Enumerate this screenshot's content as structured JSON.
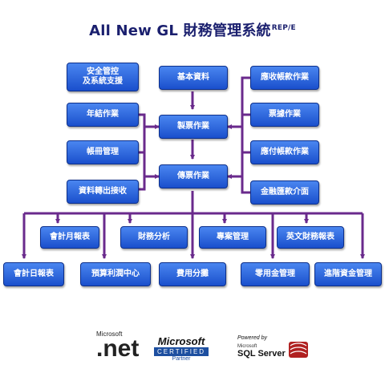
{
  "title": {
    "main": "All New GL 財務管理系統",
    "sup": "REP/E"
  },
  "colors": {
    "box": "#2a5fdc",
    "line": "#6a2a8c",
    "title": "#1a1f6e"
  },
  "nodes": {
    "security": "安全管控\n及系統支援",
    "basic_data": "基本資料",
    "receivables": "應收帳款作業",
    "year_end": "年結作業",
    "voucher_make": "製票作業",
    "notes": "票據作業",
    "ledger": "帳冊管理",
    "payables": "應付帳款作業",
    "voucher_post": "傳票作業",
    "data_transfer": "資料轉出接收",
    "bank_transfer": "金融匯款介面",
    "monthly_report": "會計月報表",
    "financial_analysis": "財務分析",
    "project_mgmt": "專案管理",
    "english_report": "英文財務報表",
    "daily_report": "會計日報表",
    "budget_center": "預算利潤中心",
    "cost_allocation": "費用分攤",
    "petty_cash": "零用金管理",
    "advanced_funds": "進階資金管理"
  },
  "logos": {
    "net": {
      "small": "Microsoft",
      "big": ".net"
    },
    "certified": {
      "top": "Microsoft",
      "mid": "CERTIFIED",
      "bottom": "Partner"
    },
    "sql": {
      "top": "Powered by",
      "small": "Microsoft",
      "big": "SQL Server"
    }
  }
}
